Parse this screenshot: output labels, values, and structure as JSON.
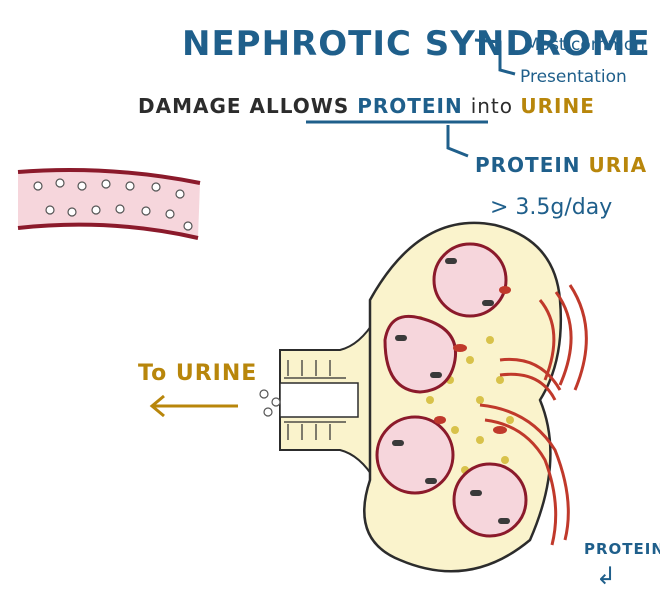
{
  "title": "NEPHROTIC SYNDROME",
  "side_note": [
    "Most common",
    "Presentation"
  ],
  "subtitle": {
    "part1": "DAMAGE ALLOWS ",
    "part2": "PROTEIN",
    "part3": " into ",
    "part4": "URINE"
  },
  "proteinuria": {
    "part1": "PROTEIN",
    "part2": "URIA",
    "threshold": "> 3.5g/day"
  },
  "to_urine_label": "To URINE",
  "protein_label": "PROTEIN",
  "protein_arrow": "↲",
  "colors": {
    "blue": "#1f5f8b",
    "gold": "#b8860b",
    "vessel_red": "#c0392b",
    "vessel_fill": "#f6d6dc",
    "capsule": "#faf3cc",
    "dark": "#2c2c2c"
  }
}
